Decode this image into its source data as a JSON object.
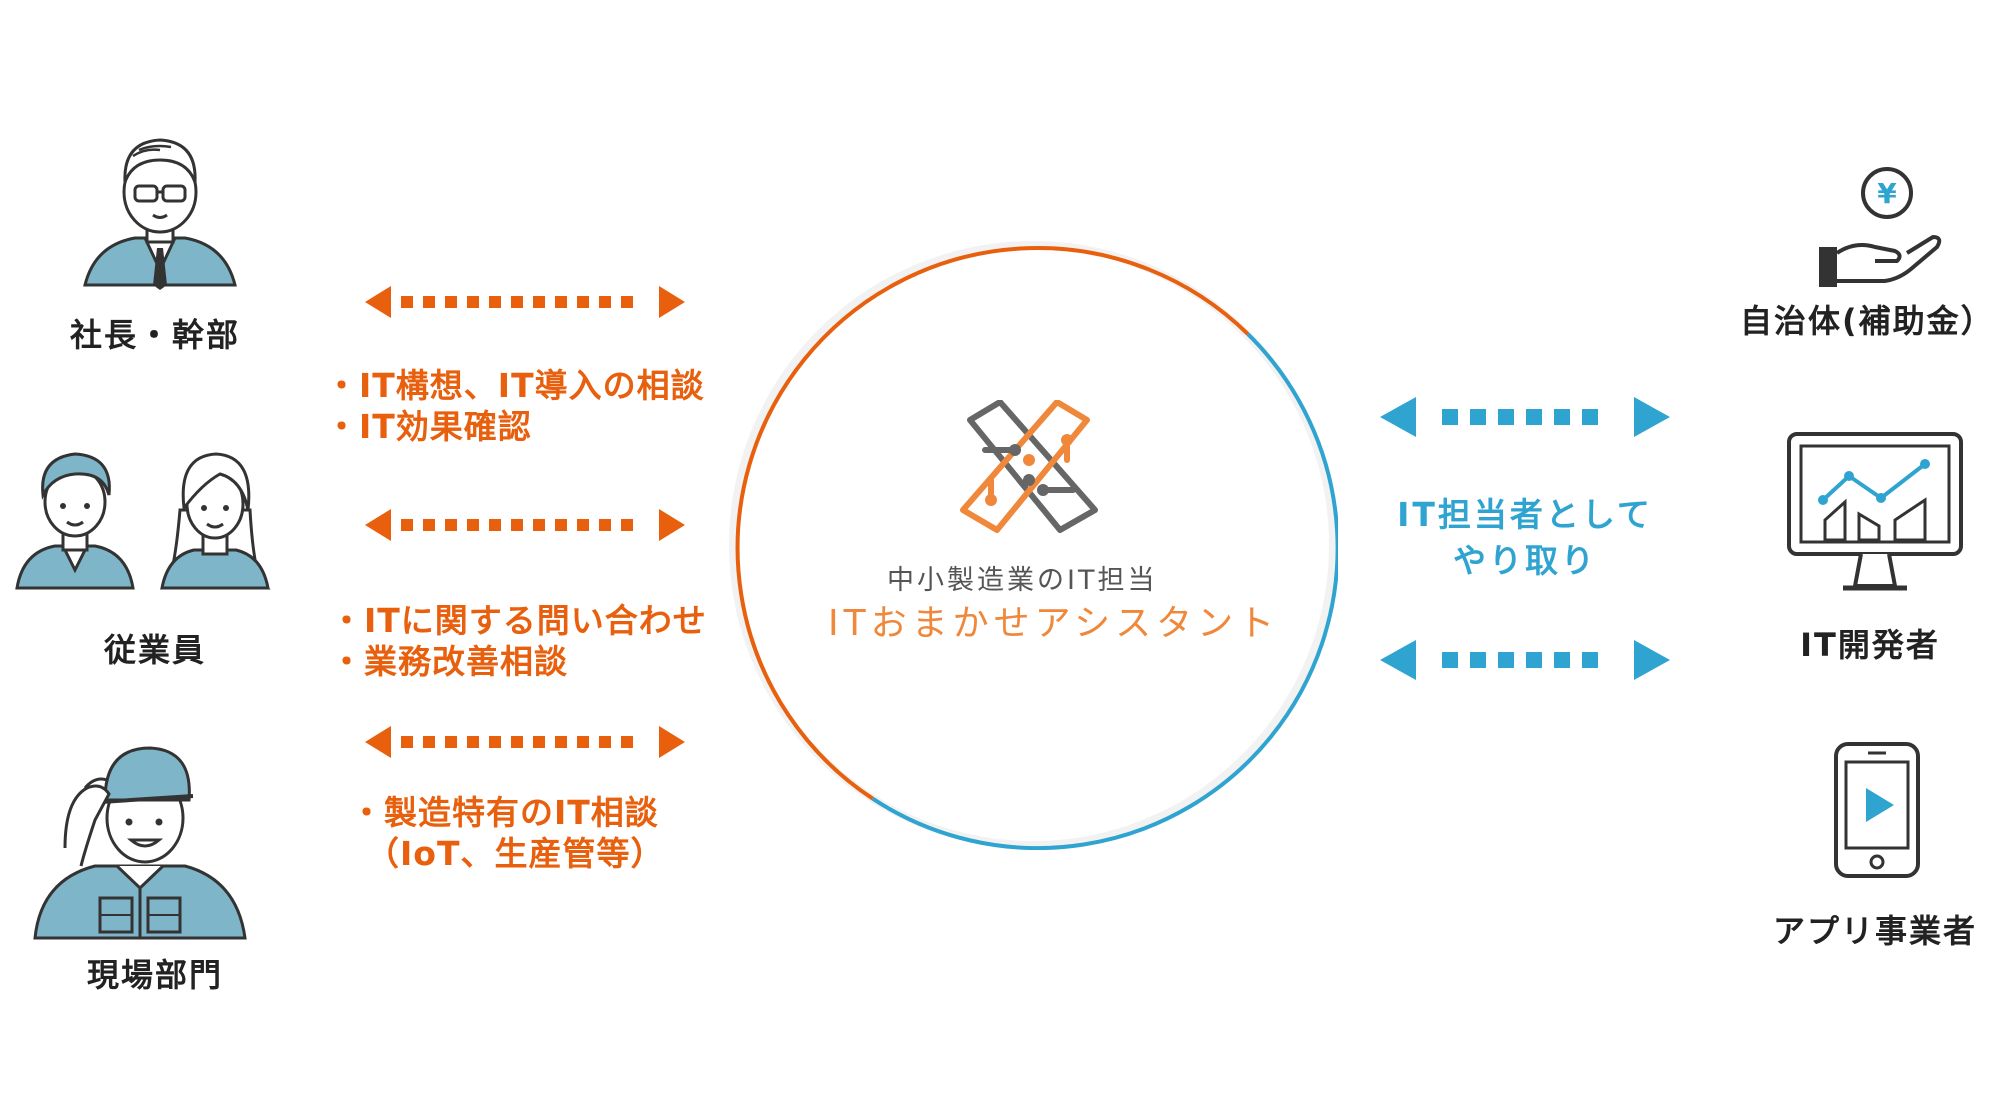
{
  "left_groups": [
    {
      "label": "社長・幹部"
    },
    {
      "label": "従業員"
    },
    {
      "label": "現場部門"
    }
  ],
  "topics": [
    {
      "lines": [
        "・IT構想、IT導入の相談",
        "・IT効果確認"
      ]
    },
    {
      "lines": [
        "・ITに関する問い合わせ",
        "・業務改善相談"
      ]
    },
    {
      "lines": [
        "・製造特有のIT相談",
        "（IoT、生産管等）"
      ]
    }
  ],
  "center": {
    "subtitle": "中小製造業のIT担当",
    "title": "ITおまかせアシスタント"
  },
  "middle_right": {
    "lines": [
      "IT担当者として",
      "やり取り"
    ]
  },
  "right_groups": [
    {
      "label": "自治体(補助金）",
      "icon": "hand-yen-icon"
    },
    {
      "label": "IT開発者",
      "icon": "monitor-chart-icon"
    },
    {
      "label": "アプリ事業者",
      "icon": "smartphone-play-icon"
    }
  ],
  "colors": {
    "orange": "#e8600e",
    "blue": "#2fa4d0",
    "figure_blue": "#7fb5c8",
    "dark": "#333333"
  }
}
